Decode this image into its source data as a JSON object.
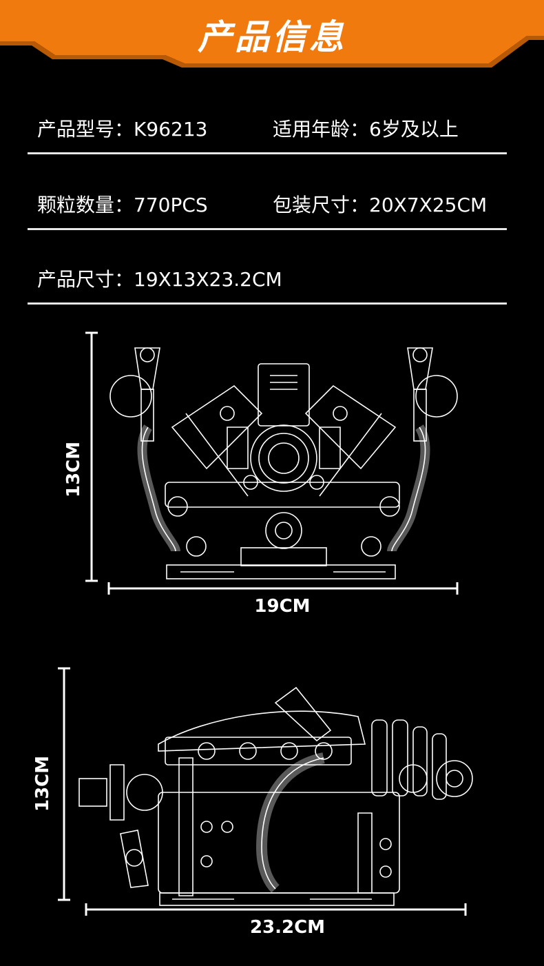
{
  "banner": {
    "title": "产品信息",
    "accent_color": "#f07a0d"
  },
  "specs": [
    [
      {
        "label": "产品型号：",
        "value": "K96213"
      },
      {
        "label": "适用年龄：",
        "value": "6岁及以上"
      }
    ],
    [
      {
        "label": "颗粒数量：",
        "value": "770PCS"
      },
      {
        "label": "包装尺寸：",
        "value": "20X7X25CM"
      }
    ],
    [
      {
        "label": "产品尺寸：",
        "value": "19X13X23.2CM"
      }
    ]
  ],
  "views": {
    "front": {
      "height_label": "13CM",
      "width_label": "19CM"
    },
    "side": {
      "height_label": "13CM",
      "width_label": "23.2CM"
    }
  }
}
